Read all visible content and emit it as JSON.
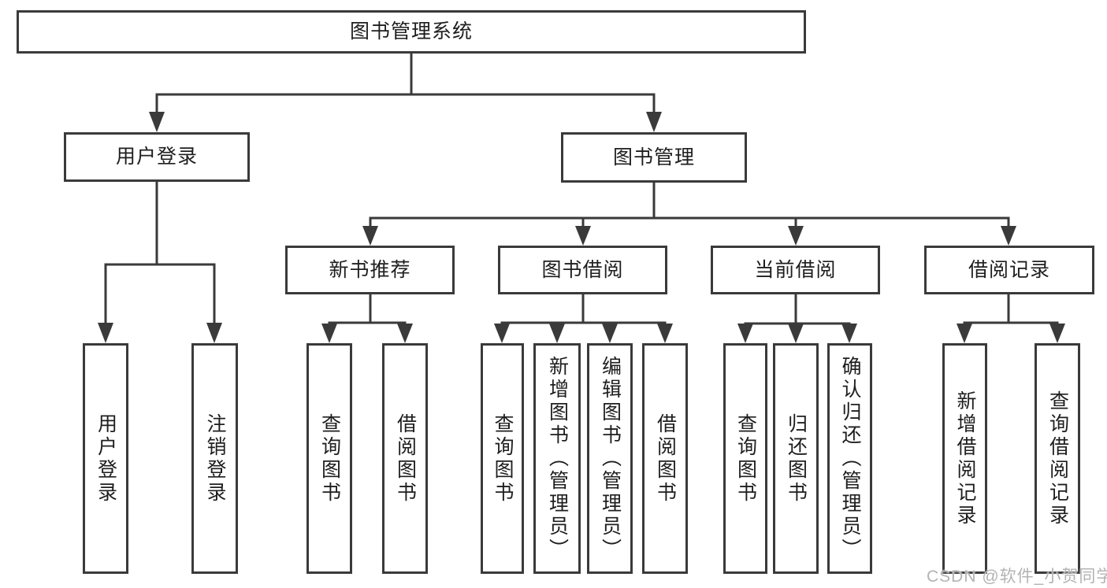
{
  "nodes": {
    "root": "图书管理系统",
    "user_login": "用户登录",
    "book_management": "图书管理",
    "new_book_recommend": "新书推荐",
    "book_borrowing": "图书借阅",
    "current_borrowing": "当前借阅",
    "borrowing_records": "借阅记录",
    "leaf_user_login": "用户登录",
    "leaf_logout": "注销登录",
    "leaf_query_books_recommend": "查询图书",
    "leaf_borrow_books_recommend": "借阅图书",
    "leaf_query_books_borrowing": "查询图书",
    "leaf_add_books_admin": "新增图书（管理员）",
    "leaf_edit_books_admin": "编辑图书（管理员）",
    "leaf_borrow_books_borrowing": "借阅图书",
    "leaf_query_books_current": "查询图书",
    "leaf_return_books": "归还图书",
    "leaf_confirm_return_admin": "确认归还（管理员）",
    "leaf_add_borrow_record": "新增借阅记录",
    "leaf_query_borrow_record": "查询借阅记录"
  },
  "watermark": "CSDN @软件_小贺同学",
  "colors": {
    "line": "#3a3a3a",
    "text": "#1e1e1e",
    "watermark": "#b3b3b3",
    "background": "#ffffff"
  }
}
